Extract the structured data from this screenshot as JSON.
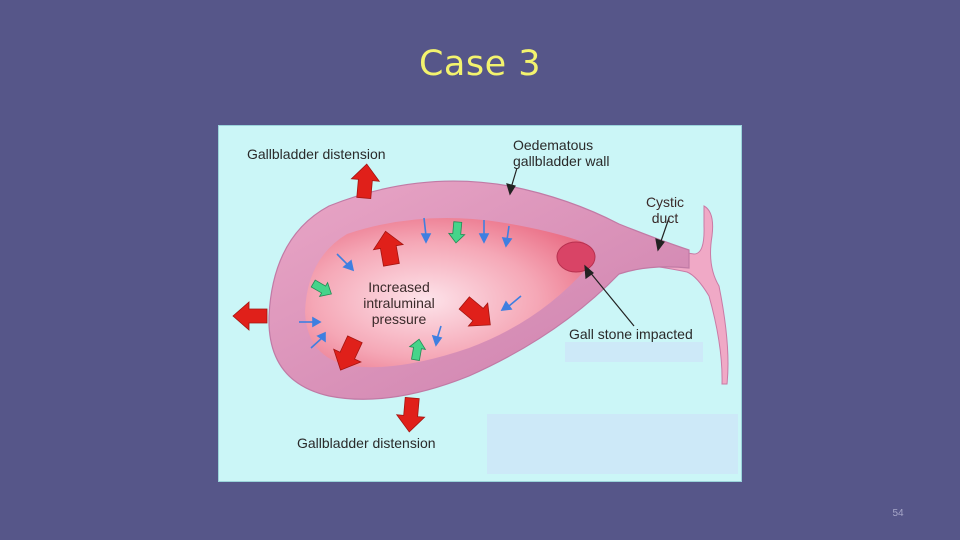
{
  "slide": {
    "title": "Case 3",
    "page_number": "54"
  },
  "diagram": {
    "labels": {
      "distension_top": "Gallbladder distension",
      "distension_bottom": "Gallbladder distension",
      "wall_line1": "Oedematous",
      "wall_line2": "gallbladder wall",
      "duct_line1": "Cystic",
      "duct_line2": "duct",
      "pressure_line1": "Increased",
      "pressure_line2": "intraluminal",
      "pressure_line3": "pressure",
      "stone": "Gall stone impacted"
    },
    "colors": {
      "background": "#cbf6f7",
      "wall": "#d98bb4",
      "lumen": "#f4aab8",
      "outward_arrow": "#e0201a",
      "blue_arrow": "#3f7fe0",
      "green_arrow": "#46d48a",
      "stone": "#d94466"
    }
  }
}
